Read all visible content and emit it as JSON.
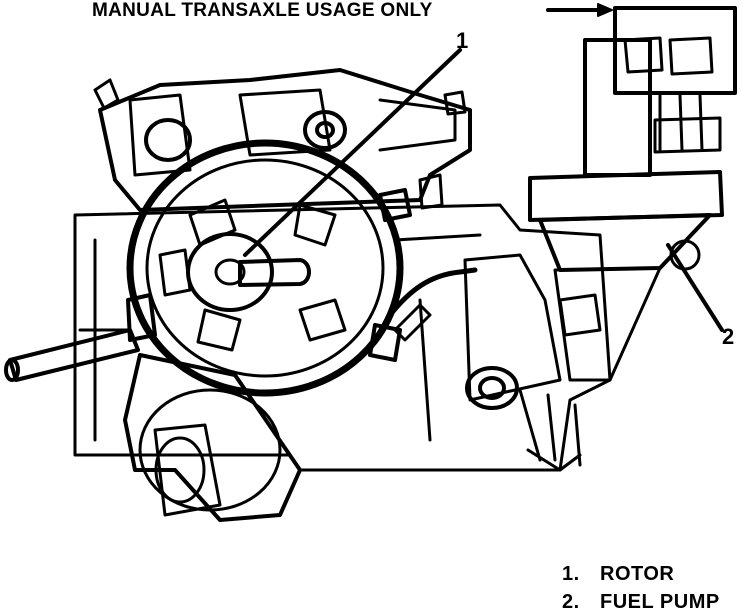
{
  "diagram": {
    "top_note": "MANUAL TRANSAXLE USAGE ONLY",
    "callouts": [
      "1",
      "2"
    ],
    "legend": [
      {
        "num": "1.",
        "label": "ROTOR"
      },
      {
        "num": "2.",
        "label": "FUEL PUMP"
      }
    ],
    "colors": {
      "ink": "#000000",
      "paper": "#ffffff"
    }
  }
}
